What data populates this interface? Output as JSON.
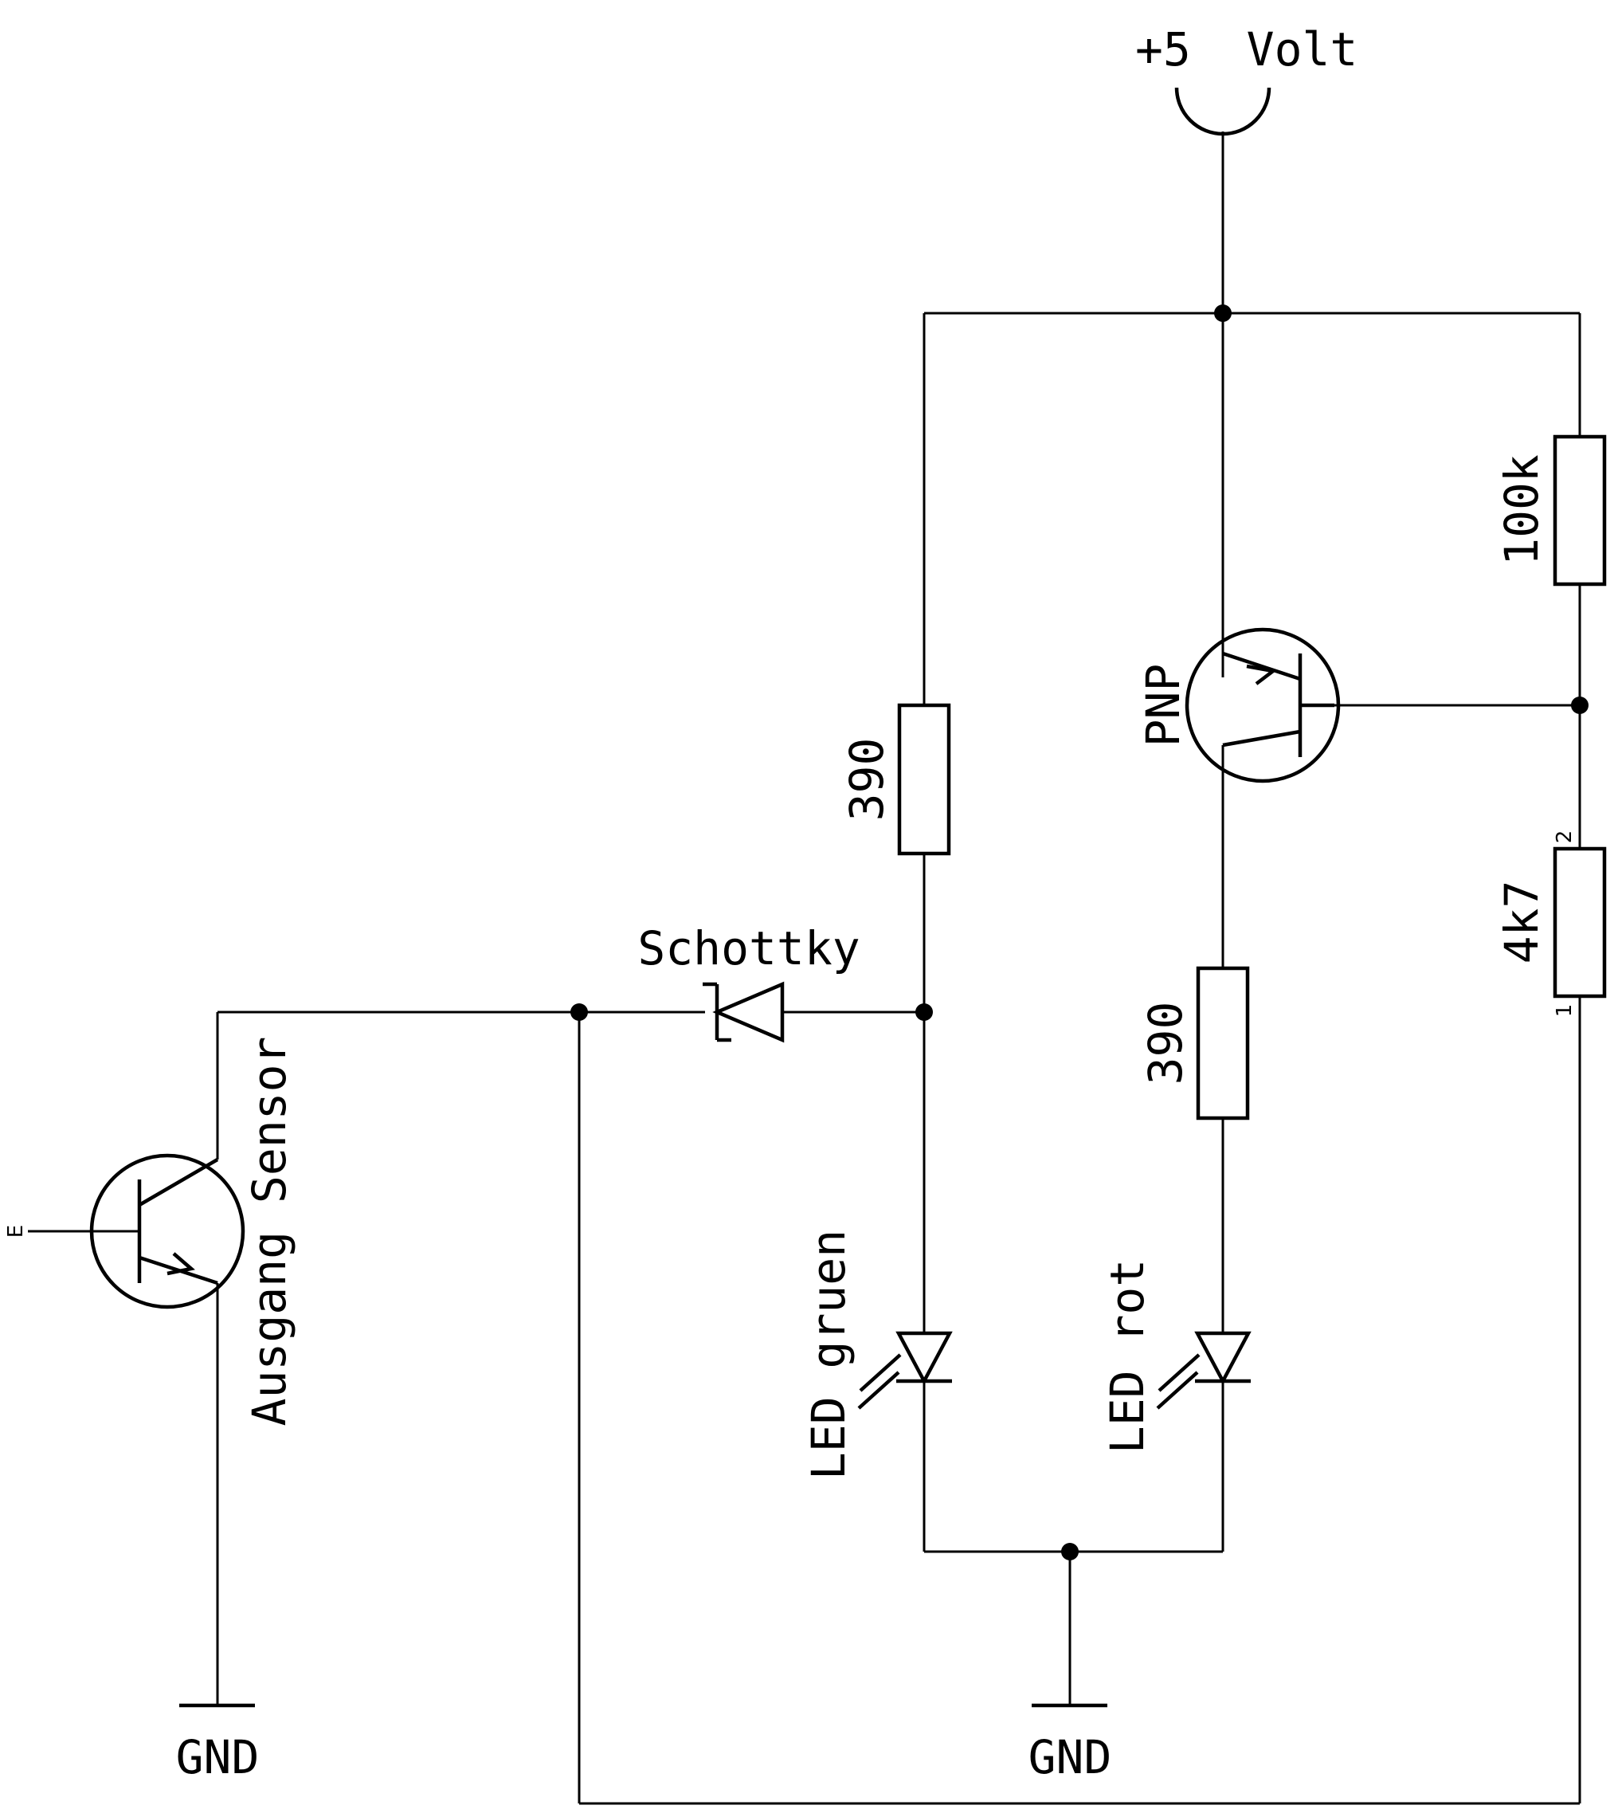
{
  "labels": {
    "supply": "+5  Volt",
    "r_top_right": "100k",
    "r_bottom_right": "4k7",
    "pnp": "PNP",
    "r_left": "390",
    "r_mid": "390",
    "schottky": "Schottky",
    "sensor": "Ausgang Sensor",
    "led_green": "LED gruen",
    "led_red": "LED rot",
    "gnd_left": "GND",
    "gnd_mid": "GND",
    "pin_2": "2",
    "pin_1": "1",
    "sensor_pin": "E"
  }
}
